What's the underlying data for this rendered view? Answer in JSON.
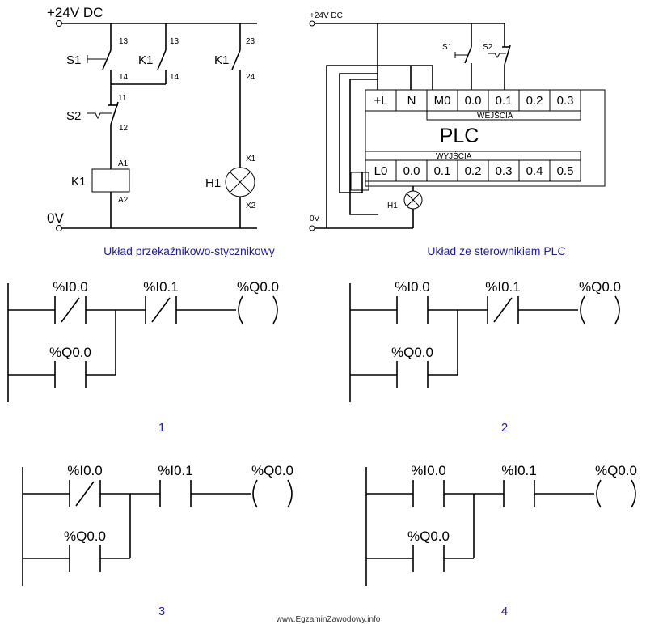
{
  "relay_circuit": {
    "supply_label": "+24V DC",
    "ground_label": "0V",
    "s1_label": "S1",
    "s2_label": "S2",
    "k1_contact_label": "K1",
    "k1_aux_label": "K1",
    "k1_coil_label": "K1",
    "h1_label": "H1",
    "t13a": "13",
    "t14a": "14",
    "t13b": "13",
    "t14b": "14",
    "t23": "23",
    "t24": "24",
    "t11": "11",
    "t12": "12",
    "a1": "A1",
    "a2": "A2",
    "x1": "X1",
    "x2": "X2",
    "caption": "Układ przekaźnikowo-stycznikowy"
  },
  "plc_circuit": {
    "supply_label": "+24V DC",
    "ground_label": "0V",
    "s1_label": "S1",
    "s2_label": "S2",
    "h1_label": "H1",
    "plc_title": "PLC",
    "inputs_label": "WEJŚCIA",
    "outputs_label": "WYJŚCIA",
    "input_terminals": [
      "+L",
      "N",
      "M0",
      "0.0",
      "0.1",
      "0.2",
      "0.3"
    ],
    "output_terminals": [
      "L0",
      "0.0",
      "0.1",
      "0.2",
      "0.3",
      "0.4",
      "0.5"
    ],
    "caption": "Układ ze sterownikiem PLC"
  },
  "ladders": [
    {
      "number": "1",
      "c1": "%I0.0",
      "c2": "%I0.1",
      "coil": "%Q0.0",
      "hold": "%Q0.0"
    },
    {
      "number": "2",
      "c1": "%I0.0",
      "c2": "%I0.1",
      "coil": "%Q0.0",
      "hold": "%Q0.0"
    },
    {
      "number": "3",
      "c1": "%I0.0",
      "c2": "%I0.1",
      "coil": "%Q0.0",
      "hold": "%Q0.0"
    },
    {
      "number": "4",
      "c1": "%I0.0",
      "c2": "%I0.1",
      "coil": "%Q0.0",
      "hold": "%Q0.0"
    }
  ],
  "footer": "www.EgzaminZawodowy.info"
}
